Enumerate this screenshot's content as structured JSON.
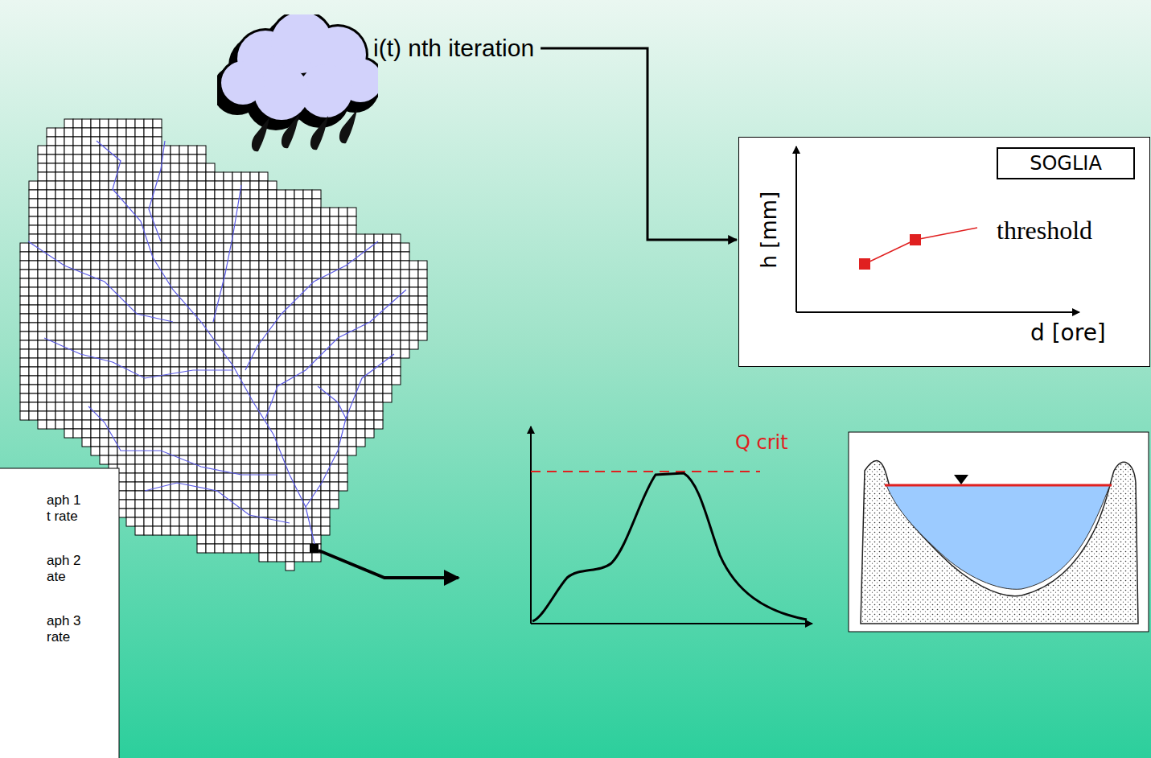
{
  "diagram": {
    "nodes": [
      {
        "text": [
          "i(t) nth iteration"
        ]
      },
      {
        "text": [
          "h [mm]",
          "d [ore]",
          "threshold"
        ]
      },
      {
        "text": [
          "SOGLIA"
        ],
        "in": 1
      },
      {
        "text": [
          "aph 1 t rate",
          "aph 2 ate",
          "aph 3 rate"
        ]
      }
    ],
    "edges": [
      {
        "from": 0,
        "to": 1,
        "arrow": "to"
      }
    ],
    "labels": [
      "Q crit"
    ]
  }
}
